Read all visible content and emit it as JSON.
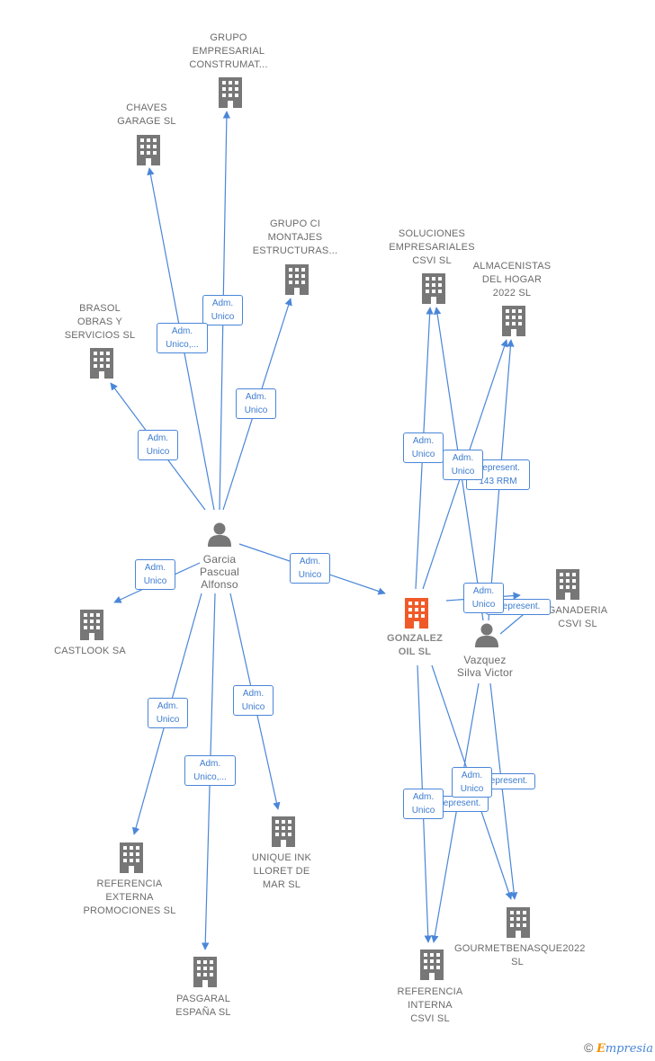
{
  "colors": {
    "edge": "#4a86d8",
    "building": "#7a7a7a",
    "focus": "#f05a28",
    "person": "#777777"
  },
  "nodes": {
    "grupo_construmat": "GRUPO\nEMPRESARIAL\nCONSTRUMAT...",
    "chaves": "CHAVES\nGARAGE  SL",
    "grupo_ci": "GRUPO CI\nMONTAJES\nESTRUCTURAS...",
    "brasol": "BRASOL\nOBRAS Y\nSERVICIOS  SL",
    "castlook": "CASTLOOK SA",
    "referencia_externa": "REFERENCIA\nEXTERNA\nPROMOCIONES SL",
    "pasgaral": "PASGARAL\nESPAÑA  SL",
    "unique_ink": "UNIQUE INK\nLLORET DE\nMAR  SL",
    "soluciones": "SOLUCIONES\nEMPRESARIALES\nCSVI  SL",
    "almacenistas": "ALMACENISTAS\nDEL HOGAR\n2022  SL",
    "ganaderia": "GANADERIA\nCSVI  SL",
    "gonzalez": "GONZALEZ\nOIL  SL",
    "gourmet": "GOURMETBENASQUE2022\nSL",
    "referencia_interna": "REFERENCIA\nINTERNA\nCSVI  SL",
    "garcia": "Garcia\nPascual\nAlfonso",
    "vazquez": "Vazquez\nSilva Victor"
  },
  "edge_labels": {
    "adm_unico": "Adm.\nUnico",
    "adm_unico_trunc": "Adm.\nUnico,...",
    "represent_143": "Represent.\n143 RRM",
    "represent": "Represent."
  },
  "footer": {
    "copyright": "©",
    "brand_e": "E",
    "brand_rest": "mpresia"
  }
}
